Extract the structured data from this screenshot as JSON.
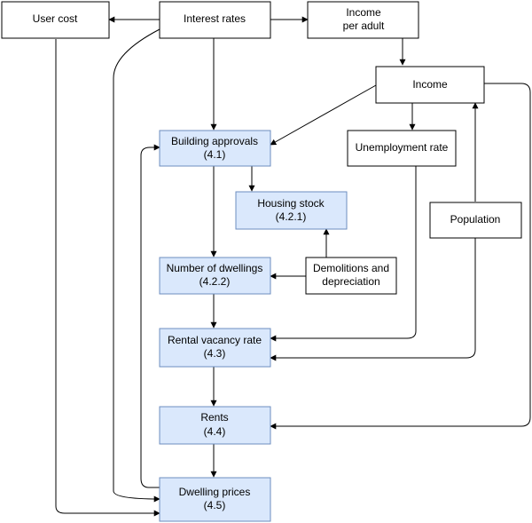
{
  "nodes": {
    "user_cost": {
      "lines": [
        "User cost"
      ]
    },
    "interest_rates": {
      "lines": [
        "Interest rates"
      ]
    },
    "income_per_adult": {
      "lines": [
        "Income",
        "per adult"
      ]
    },
    "income": {
      "lines": [
        "Income"
      ]
    },
    "unemployment_rate": {
      "lines": [
        "Unemployment rate"
      ]
    },
    "population": {
      "lines": [
        "Population"
      ]
    },
    "building_approvals": {
      "lines": [
        "Building approvals",
        "(4.1)"
      ]
    },
    "housing_stock": {
      "lines": [
        "Housing stock",
        "(4.2.1)"
      ]
    },
    "number_of_dwellings": {
      "lines": [
        "Number of dwellings",
        "(4.2.2)"
      ]
    },
    "demolitions": {
      "lines": [
        "Demolitions and",
        "depreciation"
      ]
    },
    "rental_vacancy_rate": {
      "lines": [
        "Rental vacancy rate",
        "(4.3)"
      ]
    },
    "rents": {
      "lines": [
        "Rents",
        "(4.4)"
      ]
    },
    "dwelling_prices": {
      "lines": [
        "Dwelling prices",
        "(4.5)"
      ]
    }
  },
  "edges": [
    {
      "from": "interest_rates",
      "to": "user_cost"
    },
    {
      "from": "interest_rates",
      "to": "income_per_adult"
    },
    {
      "from": "interest_rates",
      "to": "building_approvals"
    },
    {
      "from": "interest_rates",
      "to": "dwelling_prices"
    },
    {
      "from": "income_per_adult",
      "to": "income"
    },
    {
      "from": "income",
      "to": "building_approvals"
    },
    {
      "from": "income",
      "to": "unemployment_rate"
    },
    {
      "from": "income",
      "to": "rents"
    },
    {
      "from": "user_cost",
      "to": "dwelling_prices"
    },
    {
      "from": "building_approvals",
      "to": "housing_stock"
    },
    {
      "from": "building_approvals",
      "to": "number_of_dwellings"
    },
    {
      "from": "demolitions",
      "to": "housing_stock"
    },
    {
      "from": "demolitions",
      "to": "number_of_dwellings"
    },
    {
      "from": "number_of_dwellings",
      "to": "rental_vacancy_rate"
    },
    {
      "from": "unemployment_rate",
      "to": "rental_vacancy_rate"
    },
    {
      "from": "population",
      "to": "income"
    },
    {
      "from": "population",
      "to": "rental_vacancy_rate"
    },
    {
      "from": "rental_vacancy_rate",
      "to": "rents"
    },
    {
      "from": "rents",
      "to": "dwelling_prices"
    },
    {
      "from": "dwelling_prices",
      "to": "building_approvals"
    }
  ]
}
